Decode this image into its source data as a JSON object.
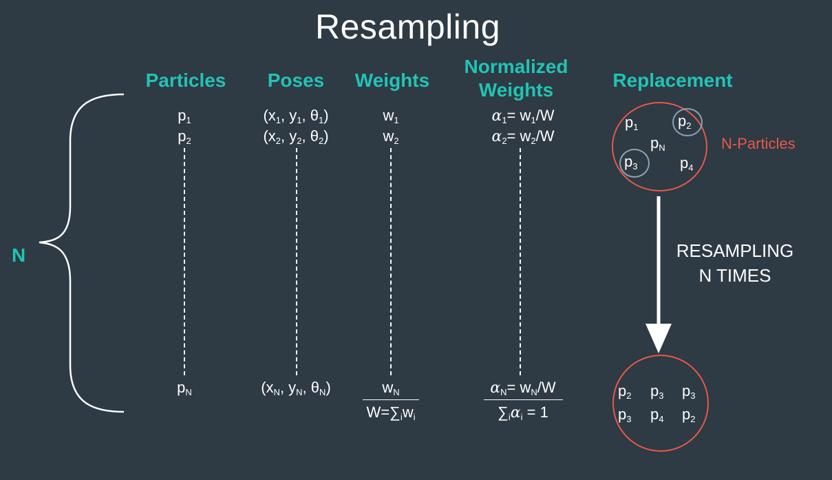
{
  "title": "Resampling",
  "headers": {
    "particles": "Particles",
    "poses": "Poses",
    "weights": "Weights",
    "normalized_line1": "Normalized",
    "normalized_line2": "Weights",
    "replacement": "Replacement"
  },
  "n_label": "N",
  "particles": {
    "p": "p",
    "sub1": "1",
    "sub2": "2",
    "subN": "N"
  },
  "poses": {
    "row1": {
      "x": "x",
      "xs": "1",
      "y": "y",
      "ys": "1",
      "t": "θ",
      "ts": "1"
    },
    "row2": {
      "x": "x",
      "xs": "2",
      "y": "y",
      "ys": "2",
      "t": "θ",
      "ts": "2"
    },
    "rowN": {
      "x": "x",
      "xs": "N",
      "y": "y",
      "ys": "N",
      "t": "θ",
      "ts": "N"
    }
  },
  "weights": {
    "w": "w",
    "sub1": "1",
    "sub2": "2",
    "subN": "N",
    "sum_lhs": "W=∑",
    "sum_i": "i",
    "sum_w": "w",
    "sum_wi": "i"
  },
  "normalized": {
    "alpha": "α",
    "eq": "= w",
    "overW": "/W",
    "sub1": "1",
    "sub2": "2",
    "subN": "N",
    "sum": "∑",
    "sum_i": "i",
    "sum_ai": "i",
    "sum_rhs": " = 1"
  },
  "replacement": {
    "np_label": "N-Particles",
    "resample_line1": "RESAMPLING",
    "resample_line2": "N TIMES",
    "top_circle": [
      {
        "p": "p",
        "s": "1"
      },
      {
        "p": "p",
        "s": "2"
      },
      {
        "p": "p",
        "s": "N"
      },
      {
        "p": "p",
        "s": "3"
      },
      {
        "p": "p",
        "s": "4"
      }
    ],
    "bottom_circle": [
      {
        "p": "p",
        "s": "2"
      },
      {
        "p": "p",
        "s": "3"
      },
      {
        "p": "p",
        "s": "3"
      },
      {
        "p": "p",
        "s": "3"
      },
      {
        "p": "p",
        "s": "4"
      },
      {
        "p": "p",
        "s": "2"
      }
    ]
  },
  "colors": {
    "background": "#2e3a44",
    "teal": "#21c4b4",
    "orange": "#e8584a",
    "gray_circle": "#8fa3b3",
    "text": "#ffffff"
  }
}
